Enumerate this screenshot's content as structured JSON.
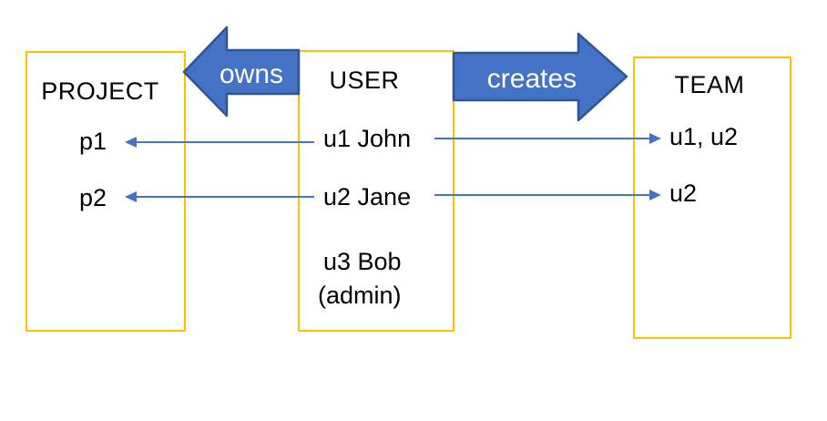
{
  "diagram": {
    "entities": {
      "project": {
        "title": "PROJECT",
        "rows": {
          "p1": "p1",
          "p2": "p2"
        }
      },
      "user": {
        "title": "USER",
        "rows": {
          "u1": "u1 John",
          "u2": "u2 Jane",
          "u3": "u3 Bob",
          "u3_note": "(admin)"
        }
      },
      "team": {
        "title": "TEAM",
        "rows": {
          "t1": "u1, u2",
          "t2": "u2"
        }
      }
    },
    "relations": {
      "owns": {
        "label": "owns",
        "direction": "user-to-project"
      },
      "creates": {
        "label": "creates",
        "direction": "user-to-team"
      }
    }
  },
  "colors": {
    "background": "#FFFFFF",
    "box_border": "#FFC000",
    "arrow_fill": "#4472C4",
    "arrow_stroke": "#2F5597",
    "connector": "#4472C4",
    "label_text": "#000000",
    "arrow_label_text": "#FFFFFF"
  }
}
